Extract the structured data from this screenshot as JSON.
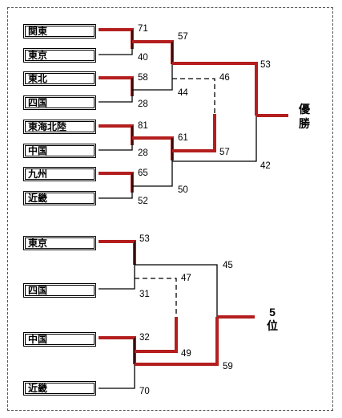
{
  "upper_bracket": {
    "teams": [
      "関東",
      "東京",
      "東北",
      "四国",
      "東海北陸",
      "中国",
      "九州",
      "近畿"
    ],
    "first_round_scores": [
      "71",
      "40",
      "58",
      "28",
      "81",
      "28",
      "65",
      "52"
    ],
    "second_round_scores": [
      "57",
      "44",
      "61",
      "50"
    ],
    "semifinal_scores": [
      "46",
      "57"
    ],
    "final_scores": [
      "53",
      "42"
    ],
    "result_label": [
      "優",
      "勝"
    ]
  },
  "fifth_place_bracket": {
    "teams": [
      "東京",
      "四国",
      "中国",
      "近畿"
    ],
    "first_round_scores": [
      "53",
      "31",
      "32",
      "70"
    ],
    "second_round_scores": [
      "47",
      "49"
    ],
    "final_scores": [
      "45",
      "59"
    ],
    "result_label": [
      "5",
      "位"
    ]
  },
  "colors": {
    "winner_path": "#b41e1e",
    "line": "#000000"
  }
}
